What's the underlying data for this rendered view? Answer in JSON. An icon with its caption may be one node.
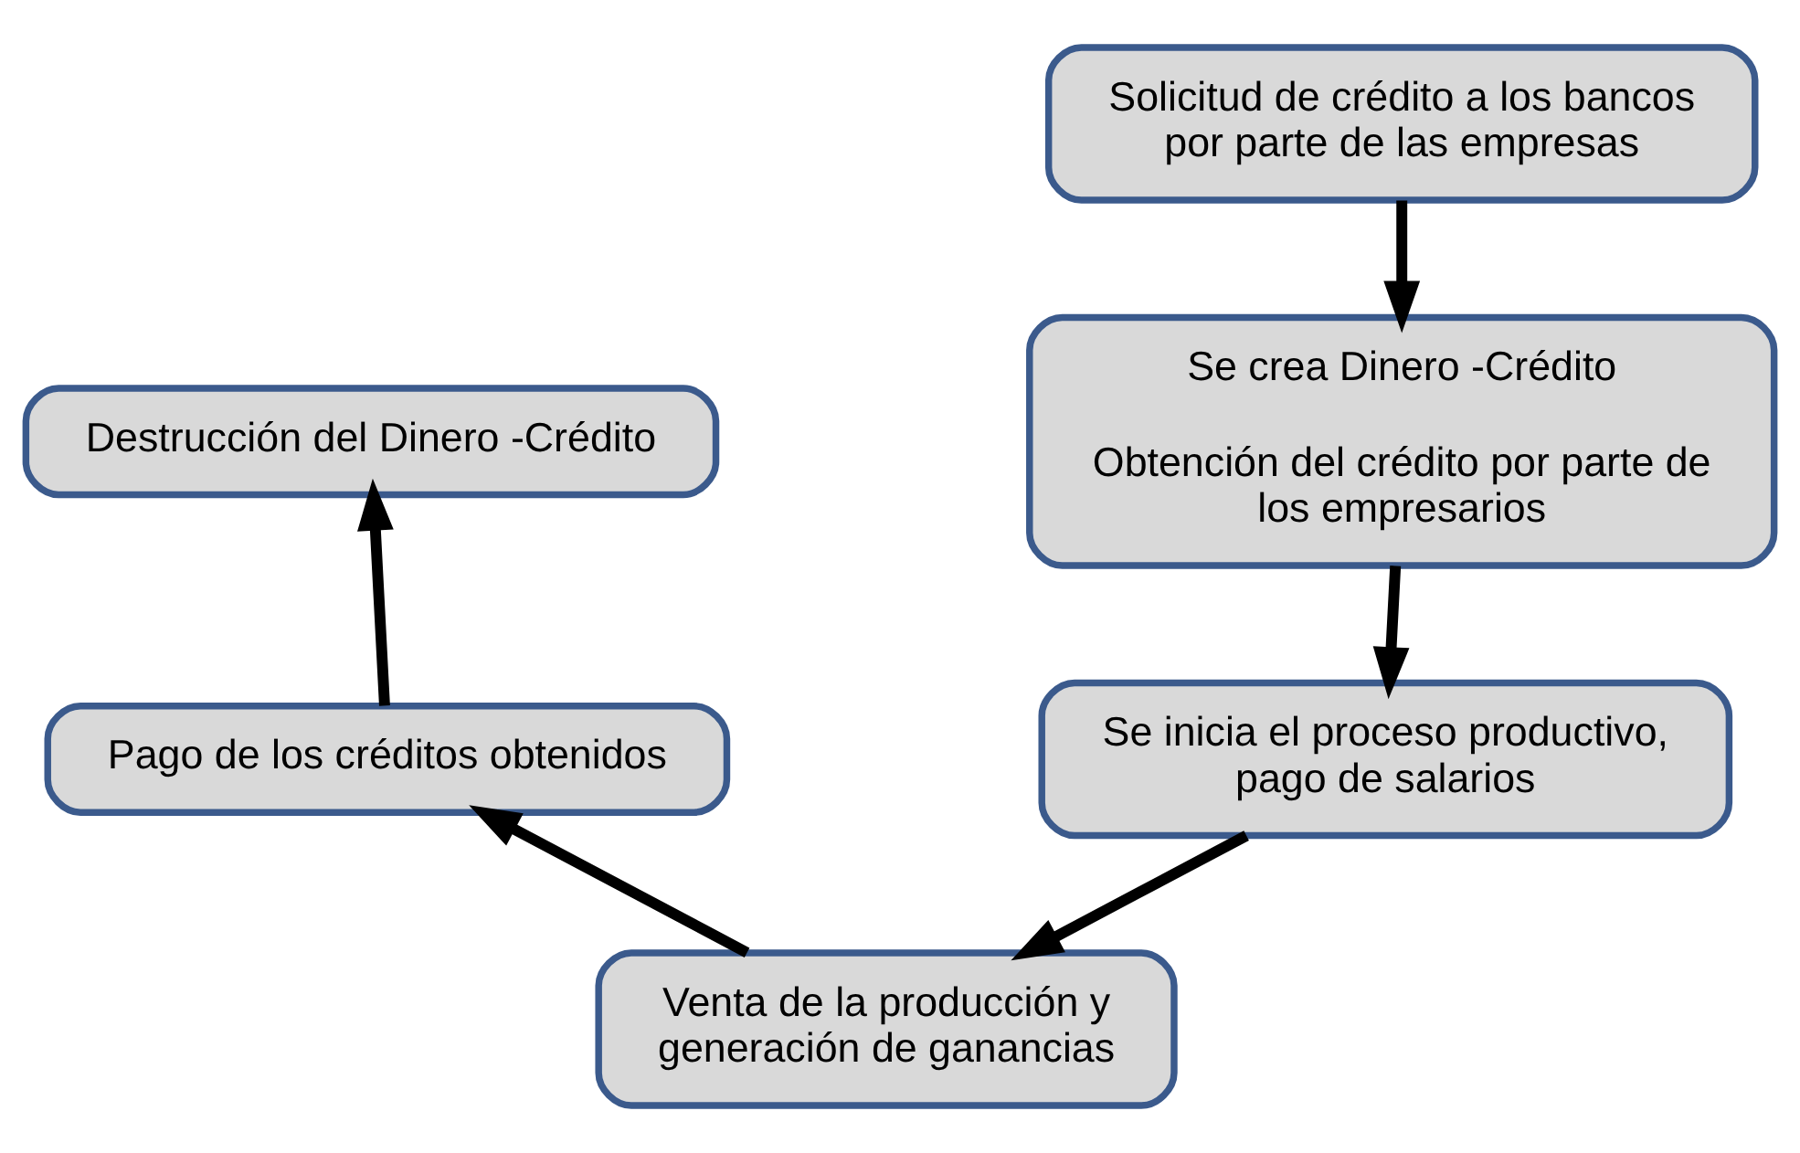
{
  "diagram": {
    "nodes": [
      {
        "text": [
          "Solicitud de crédito a los bancos por parte de las empresas"
        ]
      },
      {
        "text": [
          "Se crea Dinero -Crédito",
          "Obtención del crédito por parte de los empresarios"
        ]
      },
      {
        "text": [
          "Se inicia el proceso productivo, pago de salarios"
        ]
      },
      {
        "text": [
          "Venta de la producción y generación de ganancias"
        ]
      },
      {
        "text": [
          "Pago de los créditos obtenidos"
        ]
      },
      {
        "text": [
          "Destrucción del Dinero -Crédito"
        ]
      }
    ],
    "edges": [
      {
        "from": 0,
        "to": 1,
        "arrow": "to"
      },
      {
        "from": 1,
        "to": 2,
        "arrow": "to"
      },
      {
        "from": 2,
        "to": 3,
        "arrow": "to"
      },
      {
        "from": 3,
        "to": 4,
        "arrow": "to"
      },
      {
        "from": 4,
        "to": 5,
        "arrow": "to"
      }
    ]
  }
}
